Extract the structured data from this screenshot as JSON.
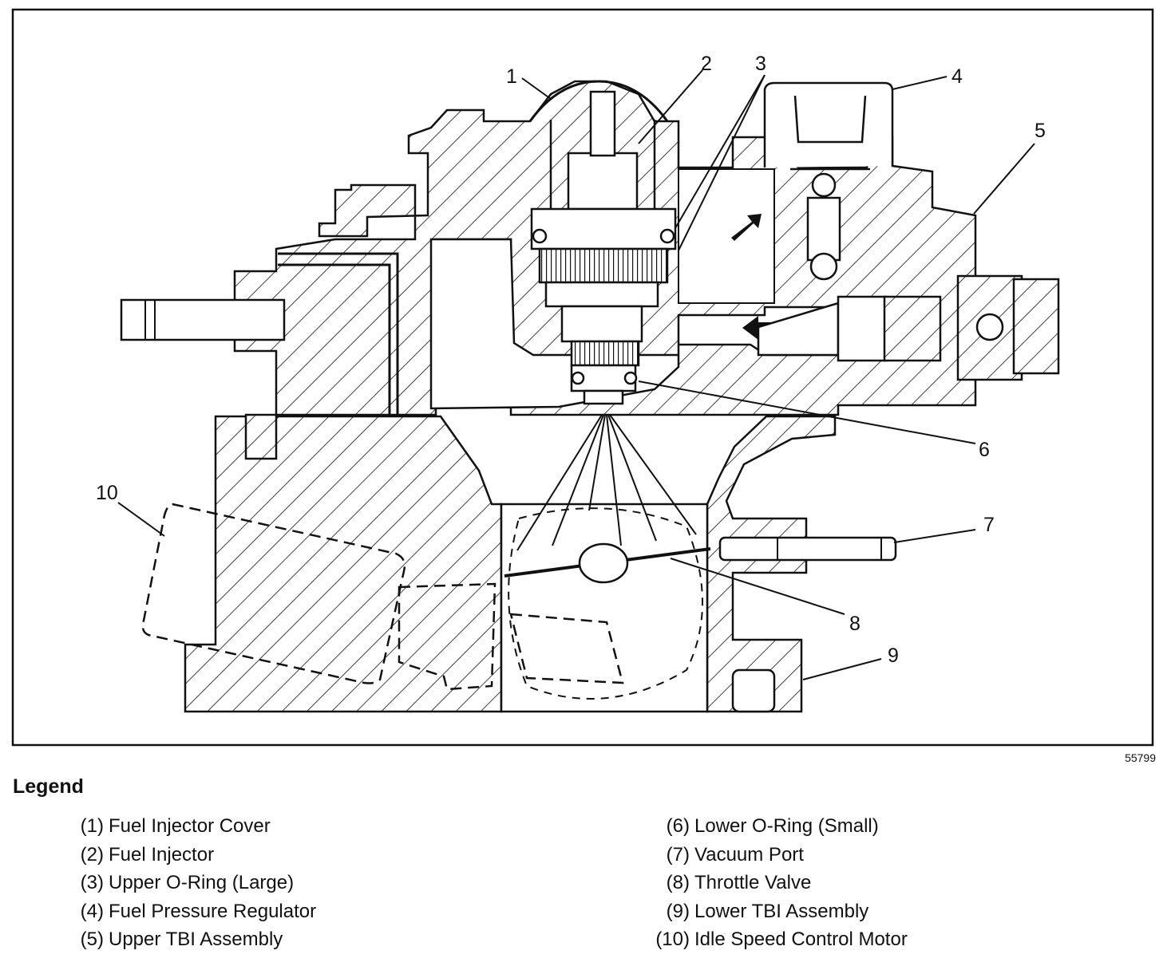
{
  "figure_id": "55799",
  "legend_title": "Legend",
  "callouts": [
    "1",
    "2",
    "3",
    "4",
    "5",
    "6",
    "7",
    "8",
    "9",
    "10"
  ],
  "legend": [
    {
      "num": "(1)",
      "text": "Fuel Injector Cover"
    },
    {
      "num": "(2)",
      "text": "Fuel Injector"
    },
    {
      "num": "(3)",
      "text": "Upper O-Ring (Large)"
    },
    {
      "num": "(4)",
      "text": "Fuel Pressure Regulator"
    },
    {
      "num": "(5)",
      "text": "Upper TBI Assembly"
    },
    {
      "num": "(6)",
      "text": "Lower O-Ring (Small)"
    },
    {
      "num": "(7)",
      "text": "Vacuum Port"
    },
    {
      "num": "(8)",
      "text": "Throttle Valve"
    },
    {
      "num": "(9)",
      "text": "Lower TBI Assembly"
    },
    {
      "num": "(10)",
      "text": "Idle Speed Control Motor"
    }
  ]
}
